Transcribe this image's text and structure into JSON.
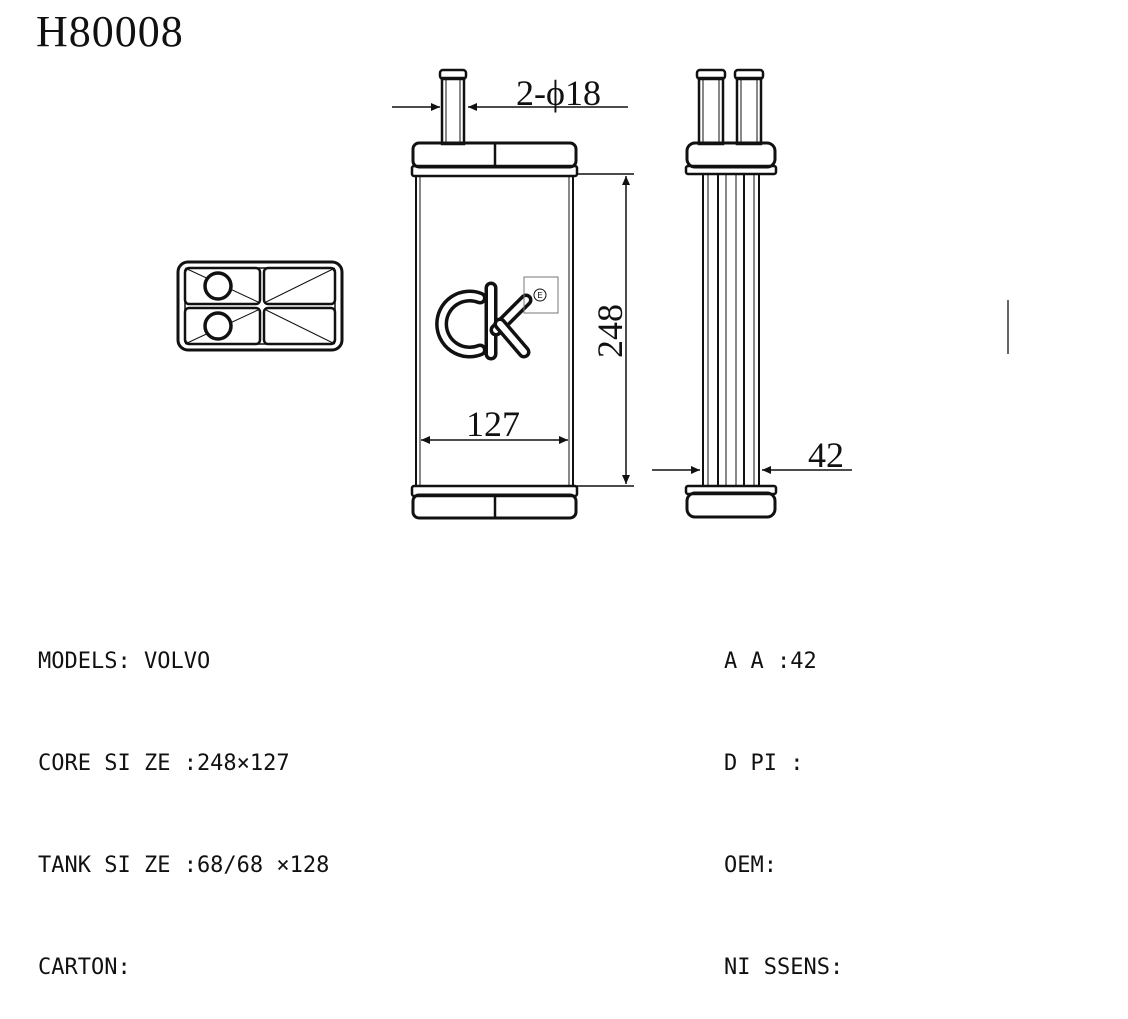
{
  "part_number": "H80008",
  "dimensions": {
    "pipe": "2-ϕ18",
    "height": "248",
    "width": "127",
    "depth": "42"
  },
  "logo_mark": "E",
  "specs_left": [
    "MODELS: VOLVO",
    "CORE SI ZE :248×127",
    "TANK SI ZE :68/68 ×128",
    "CARTON:"
  ],
  "specs_right": [
    "A A :42",
    "D PI :",
    "OEM:",
    "NI SSENS:"
  ]
}
